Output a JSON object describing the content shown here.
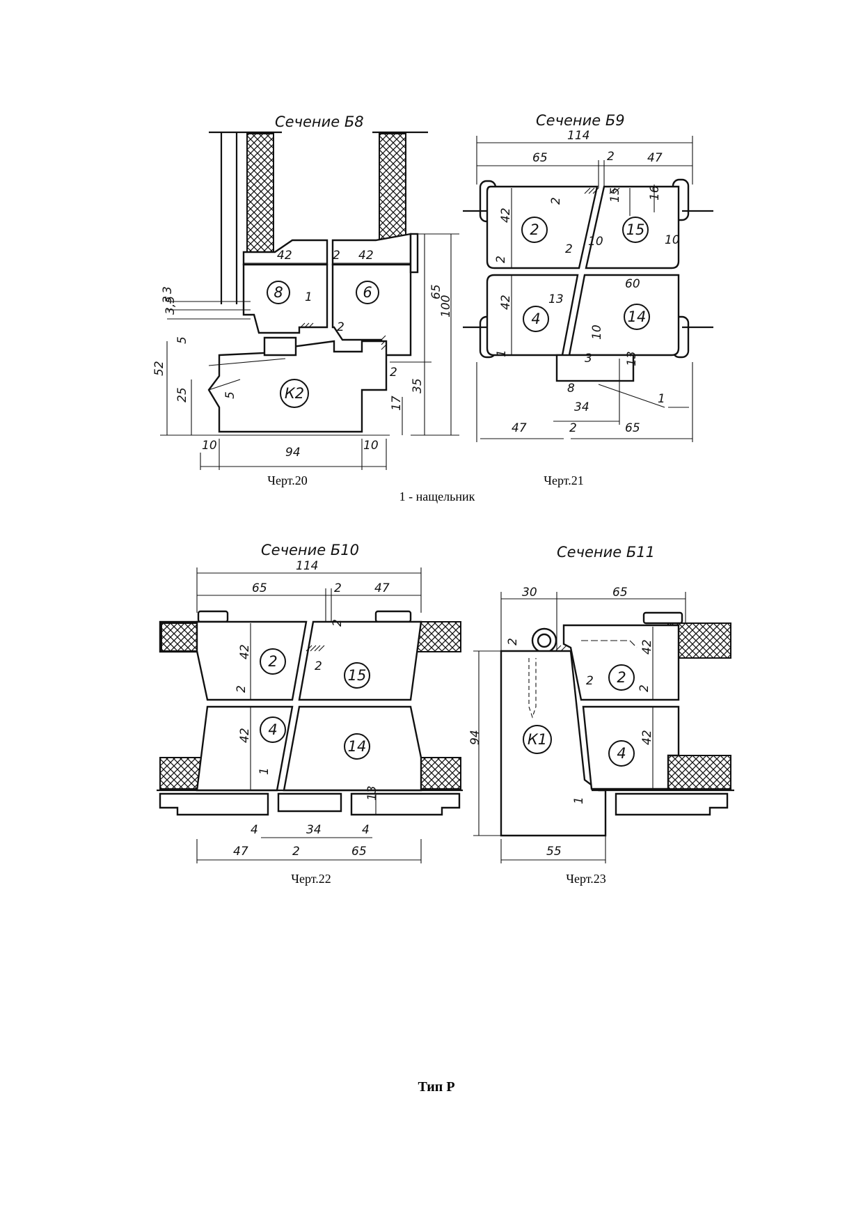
{
  "figures": [
    {
      "title": "Сечение Б8",
      "caption": "Черт.20",
      "parts": [
        "8",
        "6",
        "К2"
      ],
      "dimensions": [
        "42",
        "2",
        "42",
        "1",
        "2",
        "65",
        "100",
        "2",
        "35",
        "17",
        "3",
        "3",
        "3,5",
        "5",
        "52",
        "25",
        "5",
        "10",
        "94",
        "10"
      ]
    },
    {
      "title": "Сечение Б9",
      "caption": "Черт.21",
      "parts": [
        "2",
        "15",
        "4",
        "14"
      ],
      "dimensions": [
        "114",
        "65",
        "2",
        "47",
        "42",
        "2",
        "15",
        "16",
        "10",
        "10",
        "2",
        "2",
        "42",
        "60",
        "13",
        "10",
        "3",
        "1",
        "13",
        "8",
        "34",
        "1",
        "47",
        "2",
        "65"
      ]
    },
    {
      "title": "Сечение Б10",
      "caption": "Черт.22",
      "parts": [
        "2",
        "15",
        "4",
        "14"
      ],
      "dimensions": [
        "114",
        "65",
        "2",
        "47",
        "2",
        "42",
        "2",
        "2",
        "42",
        "1",
        "13",
        "4",
        "34",
        "4",
        "47",
        "2",
        "65"
      ]
    },
    {
      "title": "Сечение Б11",
      "caption": "Черт.23",
      "parts": [
        "2",
        "К1",
        "4"
      ],
      "dimensions": [
        "30",
        "65",
        "2",
        "42",
        "2",
        "2",
        "94",
        "42",
        "1",
        "55"
      ]
    }
  ],
  "note": "1 - нащельник",
  "section_heading": "Тип Р"
}
